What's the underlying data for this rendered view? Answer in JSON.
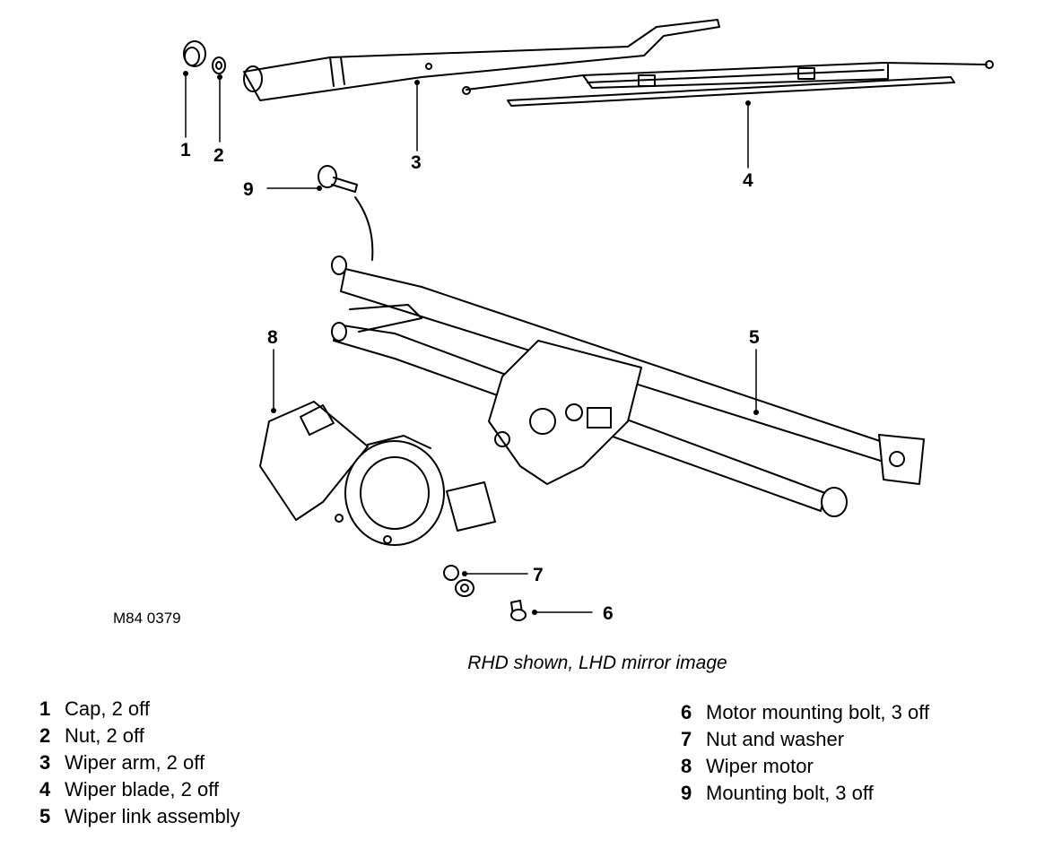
{
  "diagram": {
    "reference": "M84 0379",
    "caption": "RHD shown, LHD mirror image",
    "callouts": [
      "1",
      "2",
      "3",
      "4",
      "5",
      "6",
      "7",
      "8",
      "9"
    ]
  },
  "legend": {
    "left": [
      {
        "num": "1",
        "label": "Cap, 2 off"
      },
      {
        "num": "2",
        "label": "Nut, 2 off"
      },
      {
        "num": "3",
        "label": "Wiper arm, 2 off"
      },
      {
        "num": "4",
        "label": "Wiper blade, 2 off"
      },
      {
        "num": "5",
        "label": "Wiper link assembly"
      }
    ],
    "right": [
      {
        "num": "6",
        "label": "Motor mounting bolt, 3 off"
      },
      {
        "num": "7",
        "label": "Nut and washer"
      },
      {
        "num": "8",
        "label": "Wiper motor"
      },
      {
        "num": "9",
        "label": "Mounting bolt, 3 off"
      }
    ]
  }
}
